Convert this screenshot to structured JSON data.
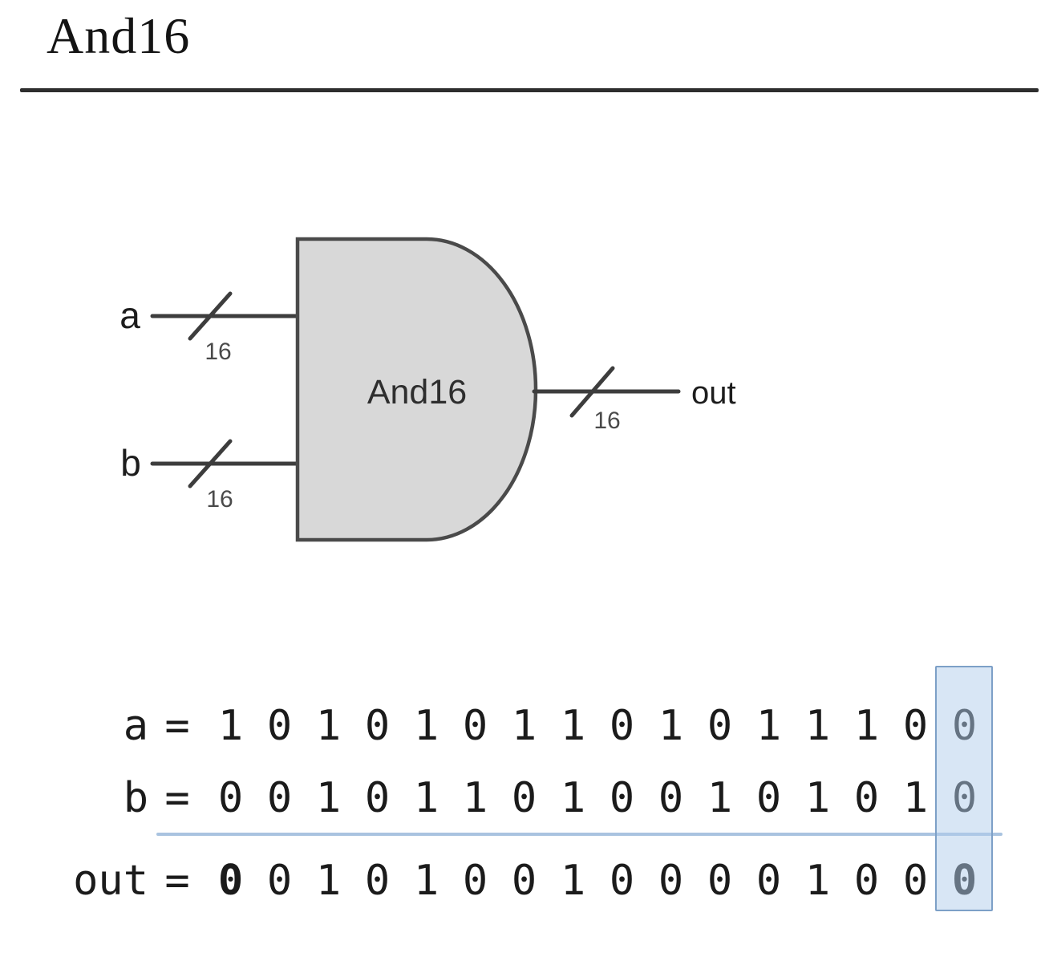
{
  "title": "And16",
  "gate": {
    "label": "And16",
    "input_a": {
      "label": "a",
      "bus_width": "16"
    },
    "input_b": {
      "label": "b",
      "bus_width": "16"
    },
    "output": {
      "label": "out",
      "bus_width": "16"
    }
  },
  "table": {
    "equals": "=",
    "highlight_column": 16,
    "rows": [
      {
        "label": "a",
        "bits": [
          "1",
          "0",
          "1",
          "0",
          "1",
          "0",
          "1",
          "1",
          "0",
          "1",
          "0",
          "1",
          "1",
          "1",
          "0",
          "0"
        ]
      },
      {
        "label": "b",
        "bits": [
          "0",
          "0",
          "1",
          "0",
          "1",
          "1",
          "0",
          "1",
          "0",
          "0",
          "1",
          "0",
          "1",
          "0",
          "1",
          "0"
        ]
      },
      {
        "label": "out",
        "bits": [
          "0",
          "0",
          "1",
          "0",
          "1",
          "0",
          "0",
          "1",
          "0",
          "0",
          "0",
          "0",
          "1",
          "0",
          "0",
          "0"
        ]
      }
    ]
  },
  "colors": {
    "gate_fill": "#d8d8d8",
    "divider_blue": "#a9c3e0",
    "highlight_fill": "rgba(178,206,235,0.5)",
    "highlight_border": "#7da0c7"
  }
}
